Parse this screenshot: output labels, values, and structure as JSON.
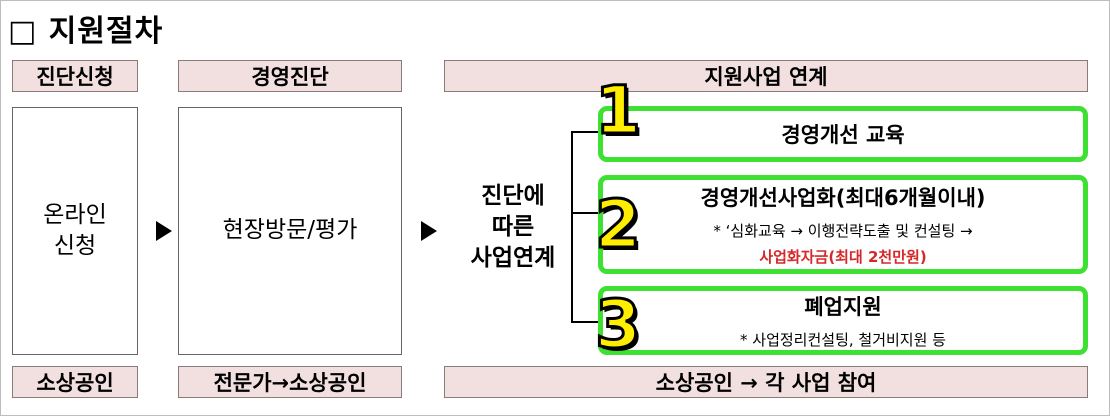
{
  "title": "□ 지원절차",
  "headers": {
    "apply": "진단신청",
    "diagnosis": "경영진단",
    "link": "지원사업 연계"
  },
  "steps": {
    "apply_box": [
      "온라인",
      "신청"
    ],
    "diagnosis_box": "현장방문/평가",
    "link_text": [
      "진단에",
      "따른",
      "사업연계"
    ]
  },
  "programs": [
    {
      "number": "1",
      "title": "경영개선 교육"
    },
    {
      "number": "2",
      "title": "경영개선사업화(최대6개월이내)",
      "sub": "* ‘심화교육 → 이행전략도출 및 컨설팅 →",
      "highlight": "사업화자금(최대 2천만원)"
    },
    {
      "number": "3",
      "title": "폐업지원",
      "sub": "* 사업정리컨설팅, 철거비지원 등"
    }
  ],
  "footers": {
    "apply": "소상공인",
    "diagnosis": "전문가→소상공인",
    "link": "소상공인 → 각 사업 참여"
  },
  "colors": {
    "header_bg": "#f2dfdf",
    "green_border": "#3ee032",
    "number_fill": "#ffee00",
    "highlight": "#d62828"
  }
}
